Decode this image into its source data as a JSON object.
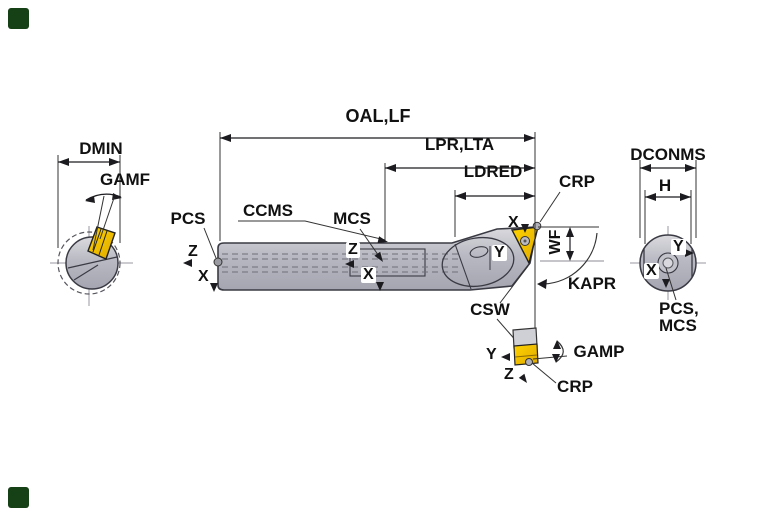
{
  "colors": {
    "insert_yellow": "#f3c300",
    "metal_gray": "#b6b6c0",
    "line_dark": "#1c1c20",
    "centerline_gray": "#999999",
    "logo_green": "#164016"
  },
  "left_view": {
    "dmin_label": "DMIN",
    "gamf_label": "GAMF"
  },
  "main_view": {
    "oal_label": "OAL,LF",
    "lpr_label": "LPR,LTA",
    "ldred_label": "LDRED",
    "crp_top_label": "CRP",
    "wf_label": "WF",
    "kapr_label": "KAPR",
    "ccms_label": "CCMS",
    "mcs_label": "MCS",
    "pcs_label": "PCS",
    "csw_label": "CSW",
    "pcs_axis_z": "Z",
    "pcs_axis_x": "X",
    "mcs_axis_z": "Z",
    "mcs_axis_x": "X",
    "tip_axis_x": "X",
    "head_axis_y": "Y"
  },
  "bottom_view": {
    "gamp_label": "GAMP",
    "crp_label": "CRP",
    "axis_y": "Y",
    "axis_z": "Z"
  },
  "right_view": {
    "dconms_label": "DCONMS",
    "h_label": "H",
    "axis_y": "Y",
    "axis_x": "X",
    "origin_line1": "PCS,",
    "origin_line2": "MCS"
  }
}
